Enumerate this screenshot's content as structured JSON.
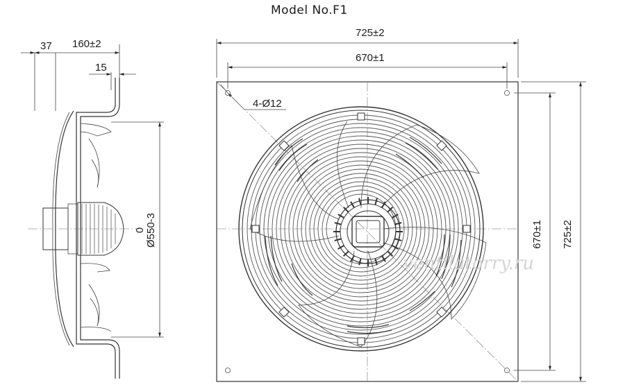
{
  "title": "Model No.F1",
  "watermark": "ventilatorry.ru",
  "dimensions": {
    "side_offset": "37",
    "side_depth": "160±2",
    "flange_thickness": "15",
    "diameter_tolerance_top": "0",
    "diameter": "Ø550-3",
    "plate_width": "725±2",
    "hole_spacing_h": "670±1",
    "holes": "4-Ø12",
    "hole_spacing_v": "670±1",
    "plate_height": "725±2"
  }
}
